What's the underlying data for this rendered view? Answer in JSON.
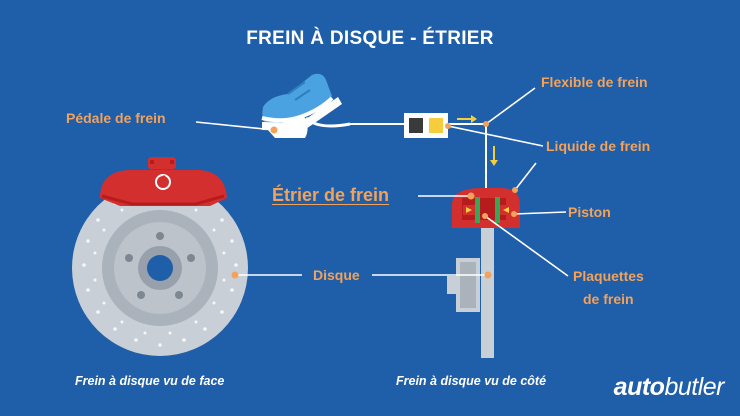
{
  "title": "FREIN À DISQUE - ÉTRIER",
  "labels": {
    "pedale": "Pédale de frein",
    "flexible": "Flexible de frein",
    "liquide": "Liquide de frein",
    "etrier": "Étrier de frein",
    "piston": "Piston",
    "disque": "Disque",
    "plaquettes_1": "Plaquettes",
    "plaquettes_2": "de frein"
  },
  "captions": {
    "face": "Frein à disque vu de face",
    "cote": "Frein à disque vu de côté"
  },
  "logo": {
    "part1": "auto",
    "part2": "butler"
  },
  "colors": {
    "background": "#1f5ea8",
    "label": "#f2a25a",
    "caliper": "#d32f2f",
    "disc": "#c9cfd6",
    "pad": "#3aa655",
    "fluid": "#f6cd3c",
    "shoe": "#4aa3e0"
  }
}
